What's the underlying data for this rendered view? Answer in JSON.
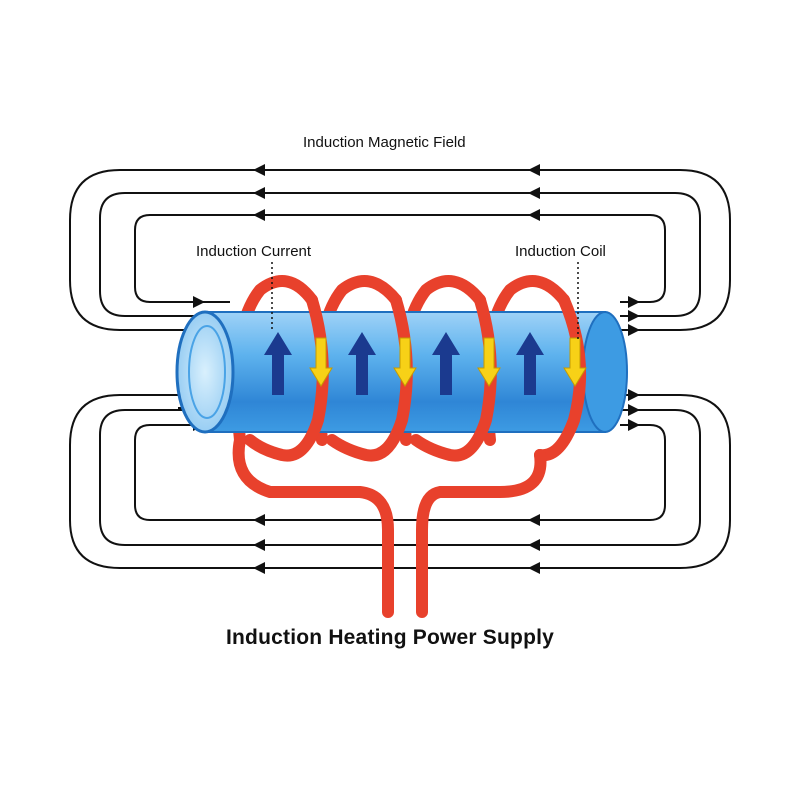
{
  "labels": {
    "magnetic_field": "Induction Magnetic Field",
    "induction_current": "Induction Current",
    "induction_coil": "Induction Coil",
    "power_supply": "Induction Heating Power Supply"
  },
  "colors": {
    "field_line": "#111111",
    "coil": "#e8412c",
    "workpiece_light": "#bfe3fb",
    "workpiece_mid": "#4aa3e6",
    "workpiece_dark": "#1f6fbf",
    "current_arrow": "#1b3a8f",
    "coil_arrow": "#f7d117",
    "background": "#ffffff"
  },
  "icons": {
    "current": "arrow-up-icon",
    "coil_current": "arrow-down-icon",
    "field_direction": "arrowhead-left-icon"
  }
}
